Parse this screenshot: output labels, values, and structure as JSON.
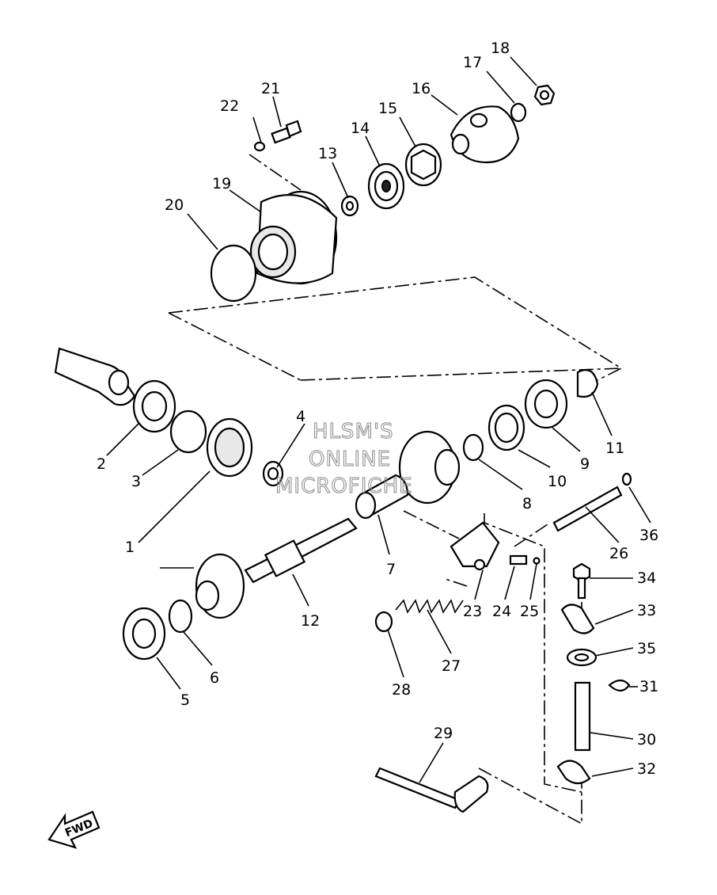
{
  "diagram": {
    "watermark": [
      "HLSM'S",
      "ONLINE",
      "MICROFICHE"
    ],
    "fwd_label": "FWD",
    "callouts": [
      {
        "n": "1"
      },
      {
        "n": "2"
      },
      {
        "n": "3"
      },
      {
        "n": "4"
      },
      {
        "n": "5"
      },
      {
        "n": "6"
      },
      {
        "n": "7"
      },
      {
        "n": "8"
      },
      {
        "n": "9"
      },
      {
        "n": "10"
      },
      {
        "n": "11"
      },
      {
        "n": "12"
      },
      {
        "n": "13"
      },
      {
        "n": "14"
      },
      {
        "n": "15"
      },
      {
        "n": "16"
      },
      {
        "n": "17"
      },
      {
        "n": "18"
      },
      {
        "n": "19"
      },
      {
        "n": "20"
      },
      {
        "n": "21"
      },
      {
        "n": "22"
      },
      {
        "n": "23"
      },
      {
        "n": "24"
      },
      {
        "n": "25"
      },
      {
        "n": "26"
      },
      {
        "n": "27"
      },
      {
        "n": "28"
      },
      {
        "n": "29"
      },
      {
        "n": "30"
      },
      {
        "n": "31"
      },
      {
        "n": "32"
      },
      {
        "n": "33"
      },
      {
        "n": "34"
      },
      {
        "n": "35"
      },
      {
        "n": "36"
      }
    ]
  }
}
